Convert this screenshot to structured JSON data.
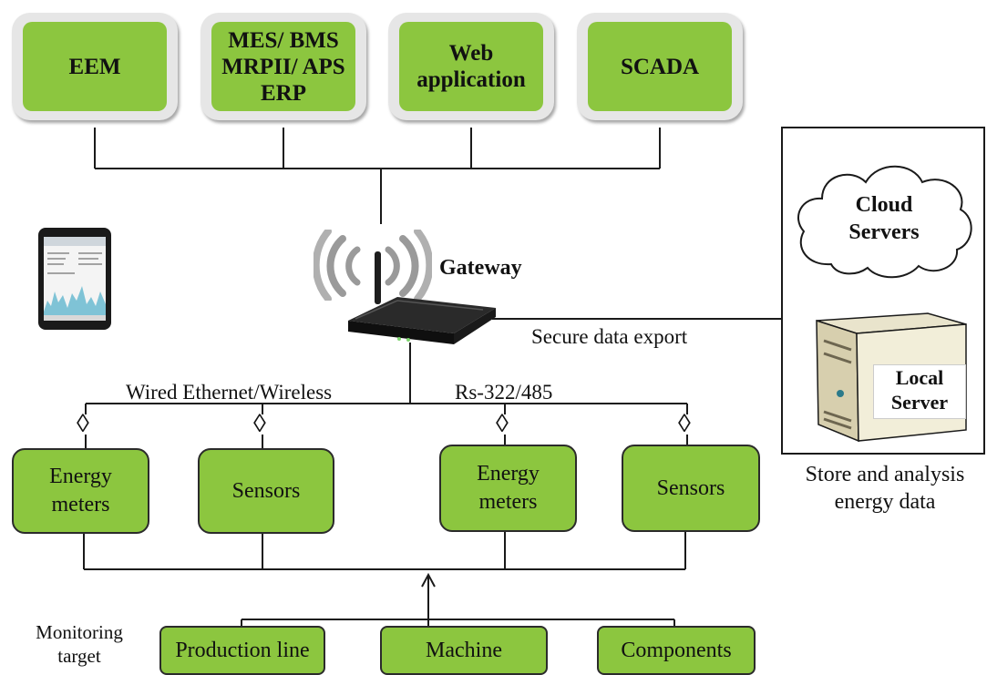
{
  "top_systems": [
    {
      "line1": "EEM",
      "line2": "",
      "line3": ""
    },
    {
      "line1": "MES/ BMS",
      "line2": "MRPII/ APS",
      "line3": "ERP"
    },
    {
      "line1": "Web",
      "line2": "application",
      "line3": ""
    },
    {
      "line1": "SCADA",
      "line2": "",
      "line3": ""
    }
  ],
  "gateway_label": "Gateway",
  "secure_export_label": "Secure data export",
  "wired_label": "Wired Ethernet/Wireless",
  "rs_label": "Rs-322/485",
  "connector_glyph": "◊",
  "devices": [
    {
      "line1": "Energy",
      "line2": "meters"
    },
    {
      "line1": "Sensors",
      "line2": ""
    },
    {
      "line1": "Energy",
      "line2": "meters"
    },
    {
      "line1": "Sensors",
      "line2": ""
    }
  ],
  "cloud": {
    "line1": "Cloud",
    "line2": "Servers"
  },
  "local_server": {
    "line1": "Local",
    "line2": "Server"
  },
  "store_label": {
    "line1": "Store and analysis",
    "line2": "energy data"
  },
  "monitoring_label": {
    "line1": "Monitoring",
    "line2": "target"
  },
  "targets": [
    "Production line",
    "Machine",
    "Components"
  ],
  "colors": {
    "box_green": "#8cc63f",
    "box_frame": "#e6e6e6",
    "line": "#1a1a1a"
  },
  "icons": [
    "smartphone-icon",
    "router-icon",
    "wireless-signal-icon",
    "cloud-icon",
    "server-tower-icon"
  ]
}
